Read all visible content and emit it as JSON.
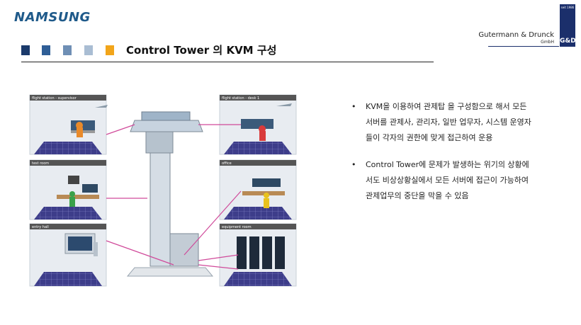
{
  "logo": {
    "text": "NAMSUNG"
  },
  "partner": {
    "name": "Gutermann & Drunck",
    "suffix": "GmbH",
    "established": "seit 1986",
    "monogram": "G&D"
  },
  "title": "Control Tower 의 KVM 구성",
  "accent_squares": [
    "#1b3a6b",
    "#2f5e96",
    "#6f8fb5",
    "#a9bdd3",
    "#f2a51a"
  ],
  "diagram": {
    "panels": [
      {
        "label": "flight station - supervisor"
      },
      {
        "label": "test room"
      },
      {
        "label": "entry hall"
      },
      {
        "label": "flight station - desk 1"
      },
      {
        "label": "office"
      },
      {
        "label": "equipment room"
      }
    ]
  },
  "bullets": [
    {
      "mark": "•",
      "text": "KVM을 이용하여 관제탑 을 구성함으로 해서 모든 서버를 관제사, 관리자, 일반 업무자, 시스템 운영자들이 각자의 권한에 맞게 접근하여 운용"
    },
    {
      "mark": "•",
      "text": "Control Tower에 문제가 발생하는 위기의 상황에서도 비상상황실에서 모든 서버에 접근이 가능하여 관제업무의 중단을 막을 수 있음"
    }
  ]
}
